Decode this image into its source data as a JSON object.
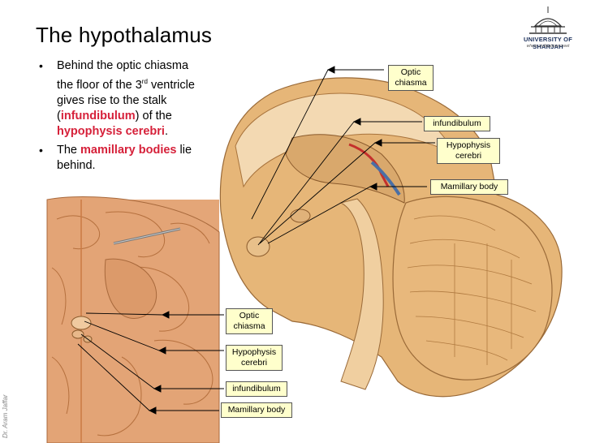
{
  "slide": {
    "title": "The hypothalamus",
    "logo": {
      "name": "UNIVERSITY OF SHARJAH",
      "tagline": "where civilizations meet"
    },
    "bullets": [
      {
        "text_a": "Behind the optic chiasma the floor of the 3",
        "sup": "rd",
        "text_b": " ventricle gives rise to the stalk (",
        "term1": "infundibulum",
        "text_c": ") of the ",
        "term2": "hypophysis cerebri",
        "text_d": "."
      },
      {
        "text_a": "The ",
        "term1": "mamillary bodies",
        "text_b": " lie behind."
      }
    ],
    "credit": "Dr. Aram Jaffar"
  },
  "labels_sagittal": {
    "optic_chiasma": "Optic chiasma",
    "infundibulum": "infundibulum",
    "hypophysis": "Hypophysis cerebri",
    "mamillary": "Mamillary body"
  },
  "labels_base": {
    "optic_chiasma": "Optic chiasma",
    "hypophysis": "Hypophysis cerebri",
    "infundibulum": "infundibulum",
    "mamillary": "Mamillary body"
  },
  "colors": {
    "label_fill": "#ffffcc",
    "term_red": "#d6213a",
    "brain_tan": "#d9a86c",
    "brain_dark": "#a8733c",
    "brain_light": "#f0d4a8"
  }
}
